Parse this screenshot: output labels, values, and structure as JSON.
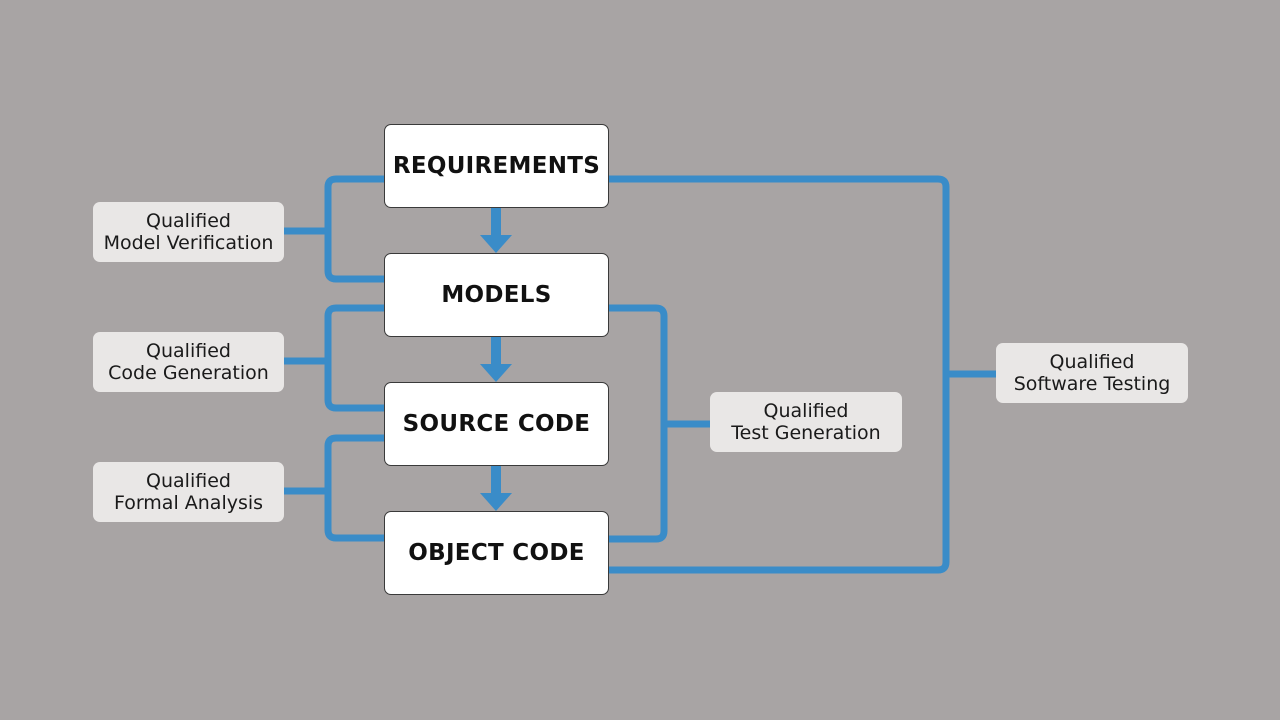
{
  "colors": {
    "background": "#a8a4a4",
    "connector": "#3a8cc8",
    "stage_fill": "#ffffff",
    "tool_fill": "#e9e7e6"
  },
  "stages": {
    "requirements": "REQUIREMENTS",
    "models": "MODELS",
    "source_code": "SOURCE CODE",
    "object_code": "OBJECT CODE"
  },
  "tools": {
    "model_verification": {
      "line1": "Qualified",
      "line2": "Model Verification"
    },
    "code_generation": {
      "line1": "Qualified",
      "line2": "Code Generation"
    },
    "formal_analysis": {
      "line1": "Qualified",
      "line2": "Formal Analysis"
    },
    "test_generation": {
      "line1": "Qualified",
      "line2": "Test Generation"
    },
    "software_testing": {
      "line1": "Qualified",
      "line2": "Software Testing"
    }
  }
}
